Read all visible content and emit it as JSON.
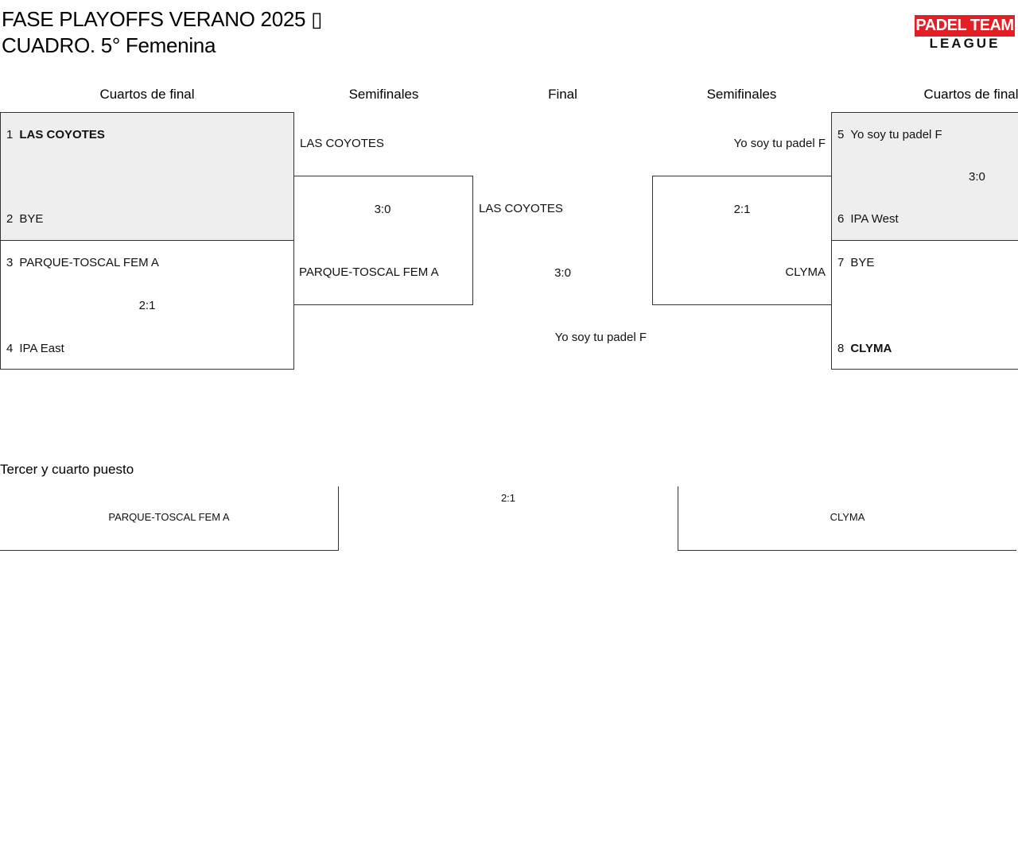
{
  "header": {
    "title_line1": "FASE PLAYOFFS VERANO 2025 ▯",
    "title_line2": "CUADRO. 5° Femenina",
    "logo_top": "PADEL TEAM",
    "logo_bottom": "LEAGUE"
  },
  "columns": {
    "left_quarters": "Cuartos de final",
    "left_semis": "Semifinales",
    "final": "Final",
    "right_semis": "Semifinales",
    "right_quarters": "Cuartos de final"
  },
  "left_quarters": {
    "match1": {
      "seed_a": "1",
      "team_a": "LAS COYOTES",
      "seed_b": "2",
      "team_b": "BYE",
      "score": ""
    },
    "match2": {
      "seed_a": "3",
      "team_a": "PARQUE-TOSCAL FEM A",
      "seed_b": "4",
      "team_b": "IPA East",
      "score": "2:1"
    }
  },
  "left_semi": {
    "team_a": "LAS COYOTES",
    "team_b": "PARQUE-TOSCAL FEM A",
    "score": "3:0"
  },
  "final": {
    "team_a": "LAS COYOTES",
    "team_b": "Yo soy tu padel F",
    "score": "3:0"
  },
  "right_semi": {
    "team_a": "Yo soy tu padel F",
    "team_b": "CLYMA",
    "score": "2:1"
  },
  "right_quarters": {
    "match1": {
      "seed_a": "5",
      "team_a": "Yo soy tu padel F",
      "seed_b": "6",
      "team_b": "IPA West",
      "score": "3:0"
    },
    "match2": {
      "seed_a": "7",
      "team_a": "BYE",
      "seed_b": "8",
      "team_b": "CLYMA",
      "score": ""
    }
  },
  "third_place": {
    "title": "Tercer y cuarto puesto",
    "team_a": "PARQUE-TOSCAL FEM A",
    "team_b": "CLYMA",
    "score": "2:1"
  }
}
